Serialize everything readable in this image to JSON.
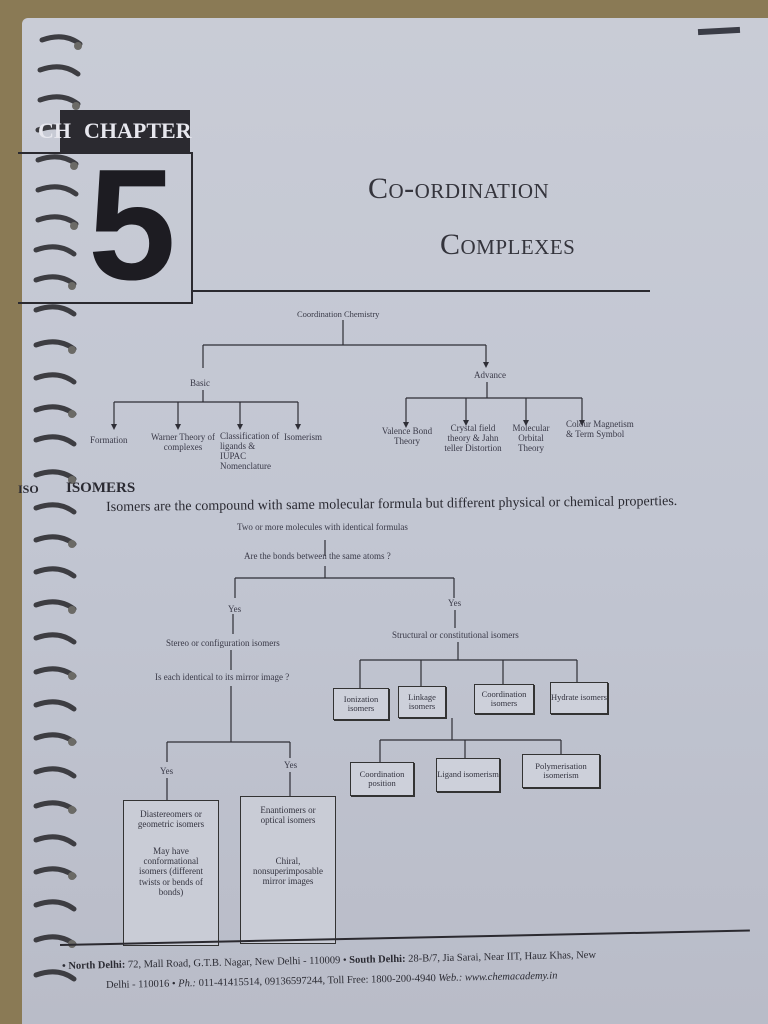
{
  "chapter": {
    "label": "CHAPTER",
    "number": "5",
    "title_line1": "Co-ordination",
    "title_line2": "Complexes",
    "side_fragment": "CH"
  },
  "chart1": {
    "root": "Coordination Chemistry",
    "basic": {
      "label": "Basic",
      "items": [
        "Formation",
        "Warner Theory of complexes",
        "Classification of ligands & IUPAC Nomenclature",
        "Isomerism"
      ]
    },
    "advance": {
      "label": "Advance",
      "items": [
        "Valence Bond Theory",
        "Crystal field theory & Jahn teller Distortion",
        "Molecular Orbital Theory",
        "Colour Magnetism & Term Symbol"
      ]
    }
  },
  "isomers": {
    "side_fragment": "ISO",
    "heading": "ISOMERS",
    "definition": "Isomers are the compound with same molecular formula but different physical or chemical properties.",
    "q1": "Two or more molecules with identical formulas",
    "q2": "Are the bonds between the same atoms ?",
    "yes_left": "Yes",
    "yes_right": "Yes",
    "stereo": "Stereo or configuration isomers",
    "q3": "Is each identical to its mirror image ?",
    "yes_a": "Yes",
    "yes_b": "Yes",
    "diastereomers": "Diastereomers or geometric isomers",
    "diastereomers_note": "May have conformational isomers (different twists or bends of bonds)",
    "enantiomers": "Enantiomers or optical isomers",
    "enantiomers_note": "Chiral, nonsuperimposable mirror images",
    "structural": "Structural or constitutional isomers",
    "struct_boxes": [
      "Ionization isomers",
      "Linkage isomers",
      "Coordination isomers",
      "Hydrate isomers"
    ],
    "struct_boxes2": [
      "Coordination position",
      "Ligand isomerism",
      "Polymerisation isomerism"
    ]
  },
  "footer": {
    "line1_a": "• North Delhi:",
    "line1_b": " 72, Mall Road, G.T.B. Nagar, New Delhi - 110009 • ",
    "line1_c": "South Delhi:",
    "line1_d": " 28-B/7, Jia Sarai, Near IIT, Hauz Khas, New",
    "line2_a": "Delhi - 110016 • ",
    "line2_b": "Ph.:",
    "line2_c": " 011-41415514, 09136597244, Toll Free: 1800-200-4940 ",
    "line2_d": "Web.: www.chemacademy.in"
  }
}
